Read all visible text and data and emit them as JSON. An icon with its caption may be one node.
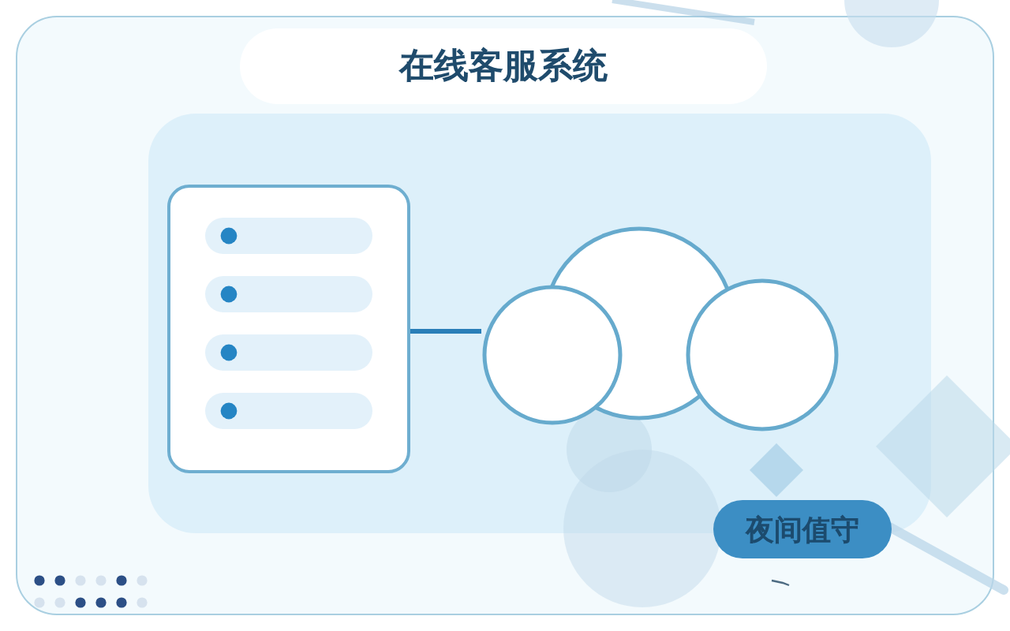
{
  "diagram": {
    "title": "在线客服系统",
    "nodes": [
      {
        "text": [],
        "shape": "box"
      },
      {
        "text": [],
        "shape": "cloud"
      },
      {
        "text": [
          "夜间值守"
        ]
      }
    ],
    "edges": [
      {
        "from": 0,
        "to": 1,
        "arrow": "none"
      }
    ]
  }
}
